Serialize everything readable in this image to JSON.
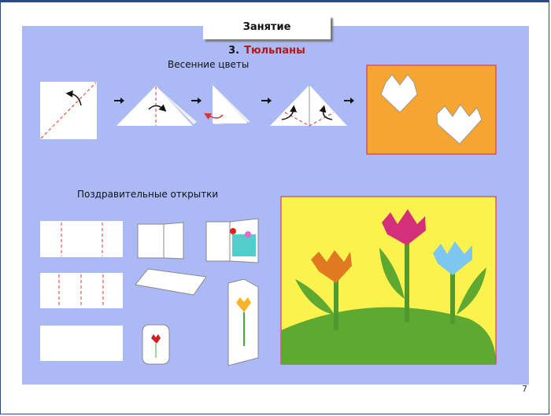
{
  "header": {
    "lesson": "Занятие 3.",
    "topic": "Тюльпаны"
  },
  "sections": [
    {
      "title": "Весенние цветы"
    },
    {
      "title": "Поздравительные открытки"
    }
  ],
  "page_number": "7",
  "colors": {
    "panel": "#abbaf6",
    "orange": "#f6a531",
    "yellow": "#fbf24d",
    "green": "#5fa832",
    "topic": "#b01818"
  }
}
